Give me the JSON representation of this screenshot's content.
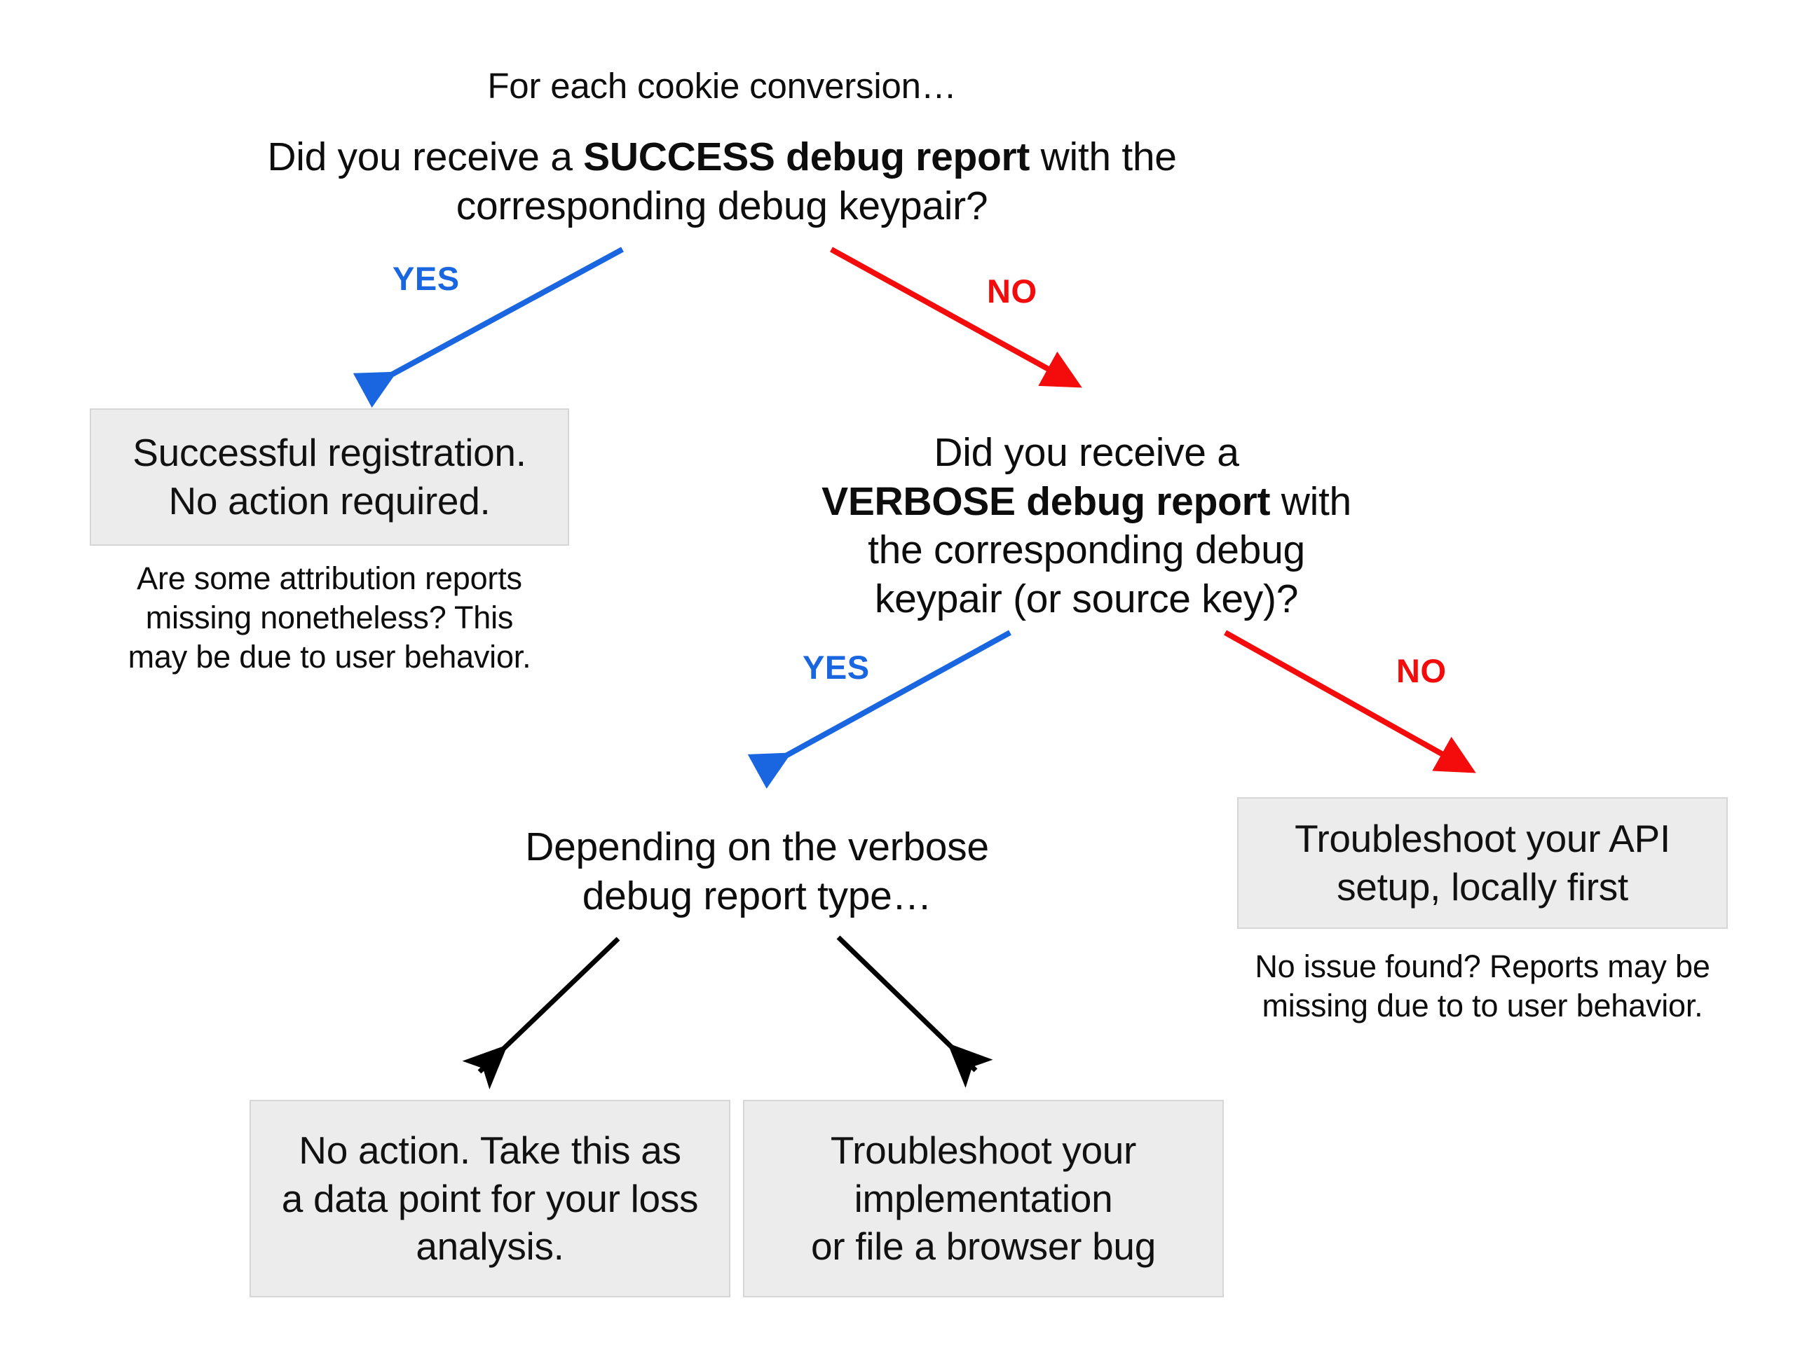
{
  "diagram": {
    "title_line": "For each cookie conversion…",
    "root_question": {
      "prefix": "Did you receive a ",
      "bold": "SUCCESS debug report",
      "suffix": " with the\ncorresponding debug keypair?"
    },
    "second_question": {
      "prefix": "Did you receive a\n",
      "bold": "VERBOSE debug report",
      "suffix": " with\nthe corresponding debug\nkeypair (or source key)?"
    },
    "branch_label_yes": "YES",
    "branch_label_no": "NO",
    "boxes": {
      "success_registration": "Successful registration.\nNo action required.",
      "troubleshoot_api": "Troubleshoot your API\nsetup, locally first",
      "no_action_loss": "No action. Take this as\na data point for your loss\nanalysis.",
      "troubleshoot_impl": "Troubleshoot your\nimplementation\nor file a browser bug"
    },
    "captions": {
      "attribution_missing": "Are some attribution reports\nmissing nonetheless? This\nmay be due to user behavior.",
      "no_issue_found": "No issue found? Reports may be\nmissing due to to user behavior."
    },
    "verbose_split_text": "Depending on the verbose\ndebug report type…",
    "colors": {
      "yes_blue": "#1a66e0",
      "no_red": "#f40c0c",
      "black_arrow": "#000000",
      "box_fill": "#ececec",
      "box_border": "#d6d6d6",
      "text": "#0d0d0d"
    }
  }
}
